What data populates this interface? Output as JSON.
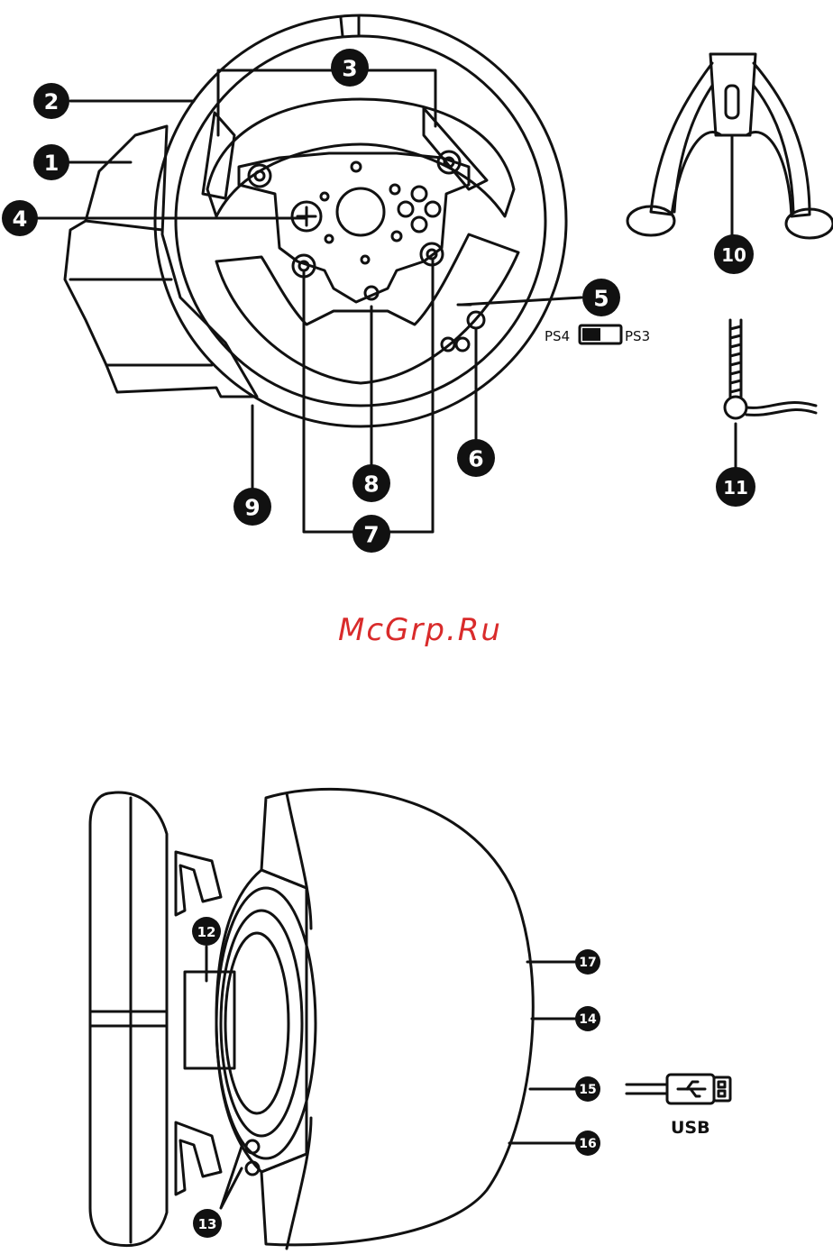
{
  "colors": {
    "ink": "#111111",
    "badge": "#111111",
    "watermark": "#d92b2b"
  },
  "callouts": [
    {
      "id": "1",
      "label": "1"
    },
    {
      "id": "2",
      "label": "2"
    },
    {
      "id": "3",
      "label": "3"
    },
    {
      "id": "4",
      "label": "4"
    },
    {
      "id": "5",
      "label": "5"
    },
    {
      "id": "6",
      "label": "6"
    },
    {
      "id": "7",
      "label": "7"
    },
    {
      "id": "8",
      "label": "8"
    },
    {
      "id": "9",
      "label": "9"
    },
    {
      "id": "10",
      "label": "10"
    },
    {
      "id": "11",
      "label": "11"
    },
    {
      "id": "12",
      "label": "12"
    },
    {
      "id": "13",
      "label": "13"
    },
    {
      "id": "14",
      "label": "14"
    },
    {
      "id": "15",
      "label": "15"
    },
    {
      "id": "16",
      "label": "16"
    },
    {
      "id": "17",
      "label": "17"
    }
  ],
  "switch": {
    "left_label": "PS4",
    "right_label": "PS3"
  },
  "usb_label": "USB",
  "watermark": "McGrp.Ru"
}
